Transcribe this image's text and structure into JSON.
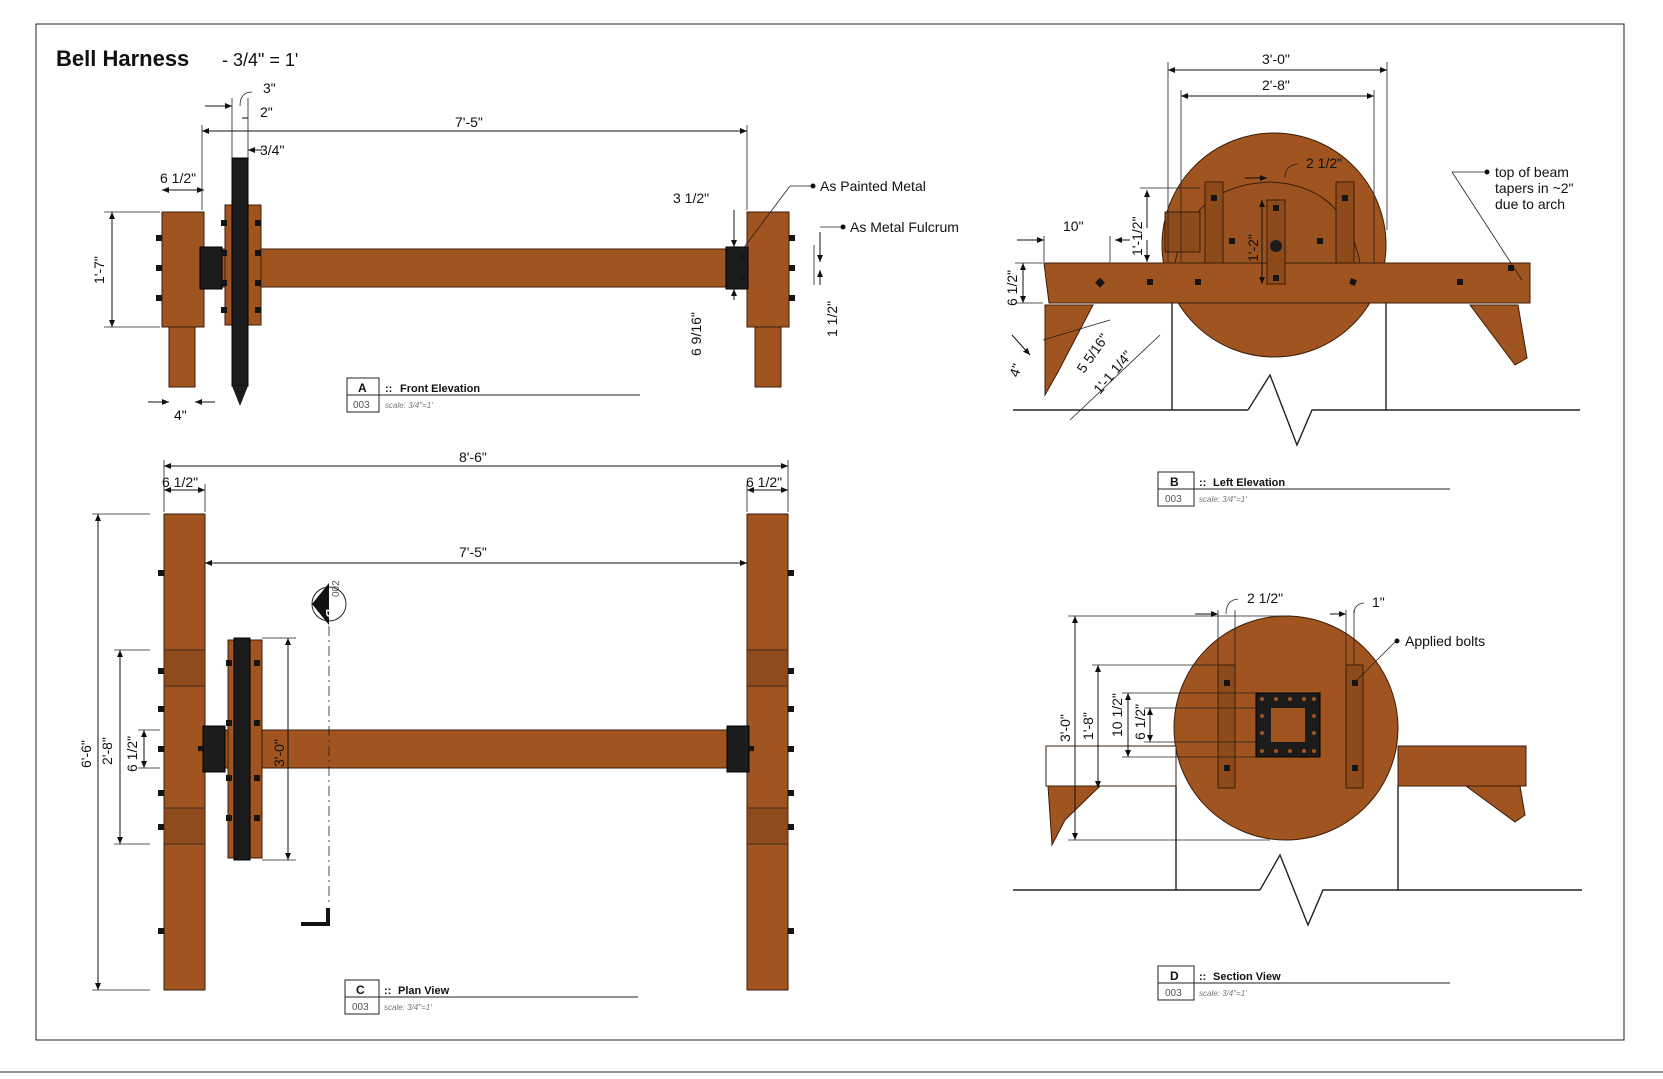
{
  "sheet": {
    "title": "Bell Harness",
    "scale_note": "- 3/4\" = 1'"
  },
  "views": {
    "a": {
      "letter": "A",
      "name": "Front Elevation",
      "sheet": "003",
      "scale": "scale: 3/4\"=1'"
    },
    "b": {
      "letter": "B",
      "name": "Left Elevation",
      "sheet": "003",
      "scale": "scale: 3/4\"=1'"
    },
    "c": {
      "letter": "C",
      "name": "Plan View",
      "sheet": "003",
      "scale": "scale: 3/4\"=1'"
    },
    "d": {
      "letter": "D",
      "name": "Section View",
      "sheet": "003",
      "scale": "scale: 3/4\"=1'"
    }
  },
  "section_marker": {
    "letter": "D",
    "sheet": "002"
  },
  "dims": {
    "a_3": "3\"",
    "a_2": "2\"",
    "a_34": "3/4\"",
    "a_745": "7'-5\"",
    "a_612": "6 1/2\"",
    "a_17": "1'-7\"",
    "a_312": "3 1/2\"",
    "a_6916": "6 9/16\"",
    "a_112": "1 1/2\"",
    "a_4": "4\"",
    "b_30": "3'-0\"",
    "b_28": "2'-8\"",
    "b_212": "2 1/2\"",
    "b_10": "10\"",
    "b_1m12": "1'-1/2\"",
    "b_1m2": "1'-2\"",
    "b_612": "6 1/2\"",
    "b_4": "4\"",
    "b_5516": "5 5/16\"",
    "b_1114": "1'-1 1/4\"",
    "c_86": "8'-6\"",
    "c_612l": "6 1/2\"",
    "c_612r": "6 1/2\"",
    "c_745": "7'-5\"",
    "c_66": "6'-6\"",
    "c_28": "2'-8\"",
    "c_612v": "6 1/2\"",
    "c_30": "3'-0\"",
    "d_212": "2 1/2\"",
    "d_1": "1\"",
    "d_30": "3'-0\"",
    "d_18": "1'-8\"",
    "d_1012": "10 1/2\"",
    "d_612": "6 1/2\""
  },
  "notes": {
    "painted_metal": "As Painted Metal",
    "metal_fulcrum": "As Metal Fulcrum",
    "taper_1": "top of beam",
    "taper_2": "tapers in ~2\"",
    "taper_3": "due to arch",
    "applied_bolts": "Applied bolts"
  },
  "colors": {
    "wood": "#a0541f",
    "wood_dark": "#8d4a1b",
    "metal": "#1c1c1c"
  }
}
